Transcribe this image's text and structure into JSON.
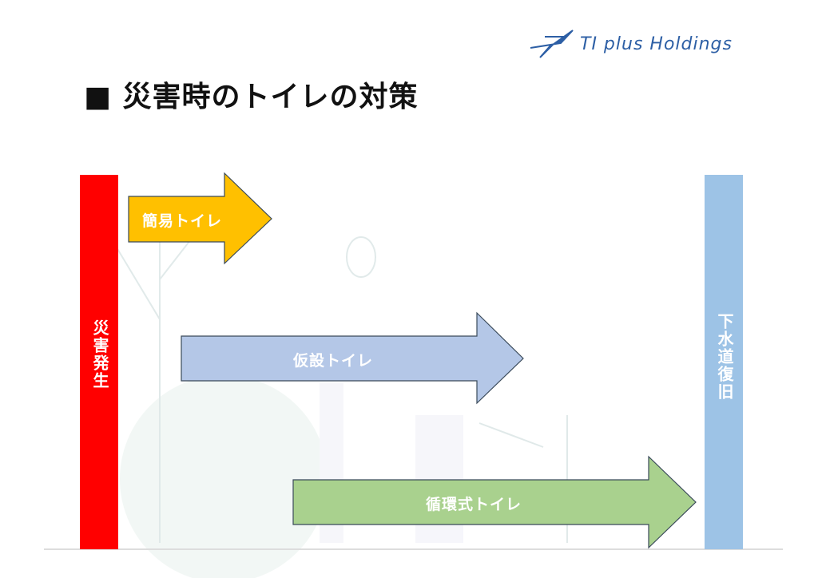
{
  "header": {
    "title": "■ 災害時のトイレの対策",
    "logo_text": "TI plus Holdings"
  },
  "bars": {
    "start": "災害発生",
    "end": "下水道復旧"
  },
  "arrows": [
    {
      "label": "簡易トイレ",
      "color": "#ffc000"
    },
    {
      "label": "仮設トイレ",
      "color": "#b4c7e7"
    },
    {
      "label": "循環式トイレ",
      "color": "#a9d18e"
    }
  ],
  "colors": {
    "start_bar": "#ff0000",
    "end_bar": "#9dc3e6"
  }
}
